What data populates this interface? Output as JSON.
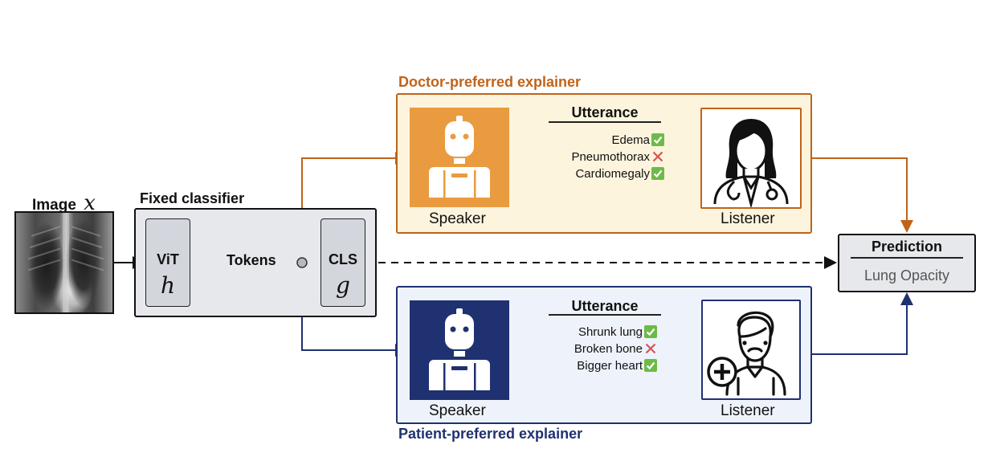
{
  "image_block": {
    "title": "Image",
    "symbol": "x"
  },
  "fixed_classifier": {
    "title": "Fixed classifier",
    "vit": {
      "label": "ViT",
      "symbol": "h"
    },
    "tokens_label": "Tokens",
    "cls": {
      "label": "CLS",
      "symbol": "g"
    }
  },
  "doctor_explainer": {
    "title": "Doctor-preferred explainer",
    "speaker_caption": "Speaker",
    "listener_caption": "Listener",
    "utterance_title": "Utterance",
    "utterances": [
      {
        "text": "Edema",
        "mark": "check"
      },
      {
        "text": "Pneumothorax",
        "mark": "cross"
      },
      {
        "text": "Cardiomegaly",
        "mark": "check"
      }
    ],
    "color": "#c0631a",
    "tile_color": "#ea9b3f",
    "background": "#fdf4dd"
  },
  "patient_explainer": {
    "title": "Patient-preferred explainer",
    "speaker_caption": "Speaker",
    "listener_caption": "Listener",
    "utterance_title": "Utterance",
    "utterances": [
      {
        "text": "Shrunk lung",
        "mark": "check"
      },
      {
        "text": "Broken bone",
        "mark": "cross"
      },
      {
        "text": "Bigger heart",
        "mark": "check"
      }
    ],
    "color": "#1f3170",
    "tile_color": "#1f3170",
    "background": "#eef3fb"
  },
  "prediction": {
    "title": "Prediction",
    "value": "Lung Opacity"
  },
  "icons": {
    "check": "check-mark-icon",
    "cross": "cross-mark-icon",
    "speaker": "robot-icon",
    "doctor_listener": "doctor-icon",
    "patient_listener": "patient-icon"
  }
}
